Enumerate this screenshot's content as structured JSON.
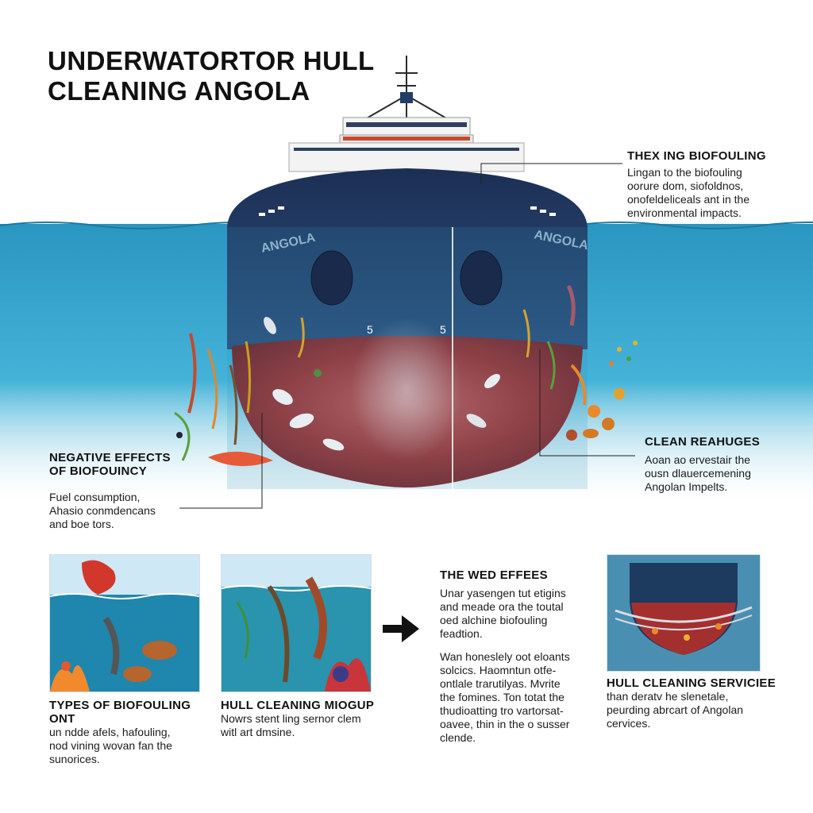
{
  "title": {
    "line1": "UNDERWATORTOR HULL",
    "line2": "CLEANING ANGOLA"
  },
  "ship": {
    "name_port": "ANGOLA",
    "name_starboard": "ANGOLA",
    "marker_left": "5",
    "marker_right": "5"
  },
  "callouts": {
    "top_right": {
      "heading": "THEX ING BIOFOULING",
      "line1": "Lingan to the biofouling",
      "line2": "oorure dom, siofoldnos,",
      "line3": "onofeldeliceals ant in the",
      "line4": "environmental impacts."
    },
    "left": {
      "heading1": "NEGATIVE EFFECTS",
      "heading2": "OF BIOFOUINCY",
      "line1": "Fuel consumption,",
      "line2": "Ahasio conmdencans",
      "line3": "and boe tors."
    },
    "right": {
      "heading": "CLEAN REAHUGES",
      "line1": "Aoan ao ervestair the",
      "line2": "ousn dlauercemening",
      "line3": "Angolan Impelts."
    }
  },
  "panels": [
    {
      "heading": "TYPES OF BIOFOULING ont",
      "line1": "un ndde afels, hafouling,",
      "line2": "nod vining wovan fan the",
      "line3": "sunorices."
    },
    {
      "heading": "HULL CLEANING MIOGUP",
      "line1": "Nowrs stent ling sernor clem",
      "line2": "witl art dmsine."
    },
    {
      "heading": "THE WED EFFEES",
      "line1": "Unar yasengen tut etigins",
      "line2": "and meade ora the toutal",
      "line3": "oed alchine biofouling",
      "line4": "feadtion.",
      "line5": "Wan honeslely oot eloants",
      "line6": "solcics. Haomntun otfe-",
      "line7": "ontlale trarutilyas. Mvrite",
      "line8": "the fomines. Ton totat the",
      "line9": "thudioatting tro vartorsat-",
      "line10": "oavee, thin in the o susser",
      "line11": "clende."
    },
    {
      "heading": "HULL CLEANING SERVICIEE",
      "line1": "than deratv he slenetale,",
      "line2": "peurding abrcart of Angolan",
      "line3": "cervices."
    }
  ],
  "colors": {
    "hull_blue": "#1f3a66",
    "hull_red": "#9b2d2d",
    "water": "#2a8fb8",
    "superstructure": "#f2f2f2"
  }
}
